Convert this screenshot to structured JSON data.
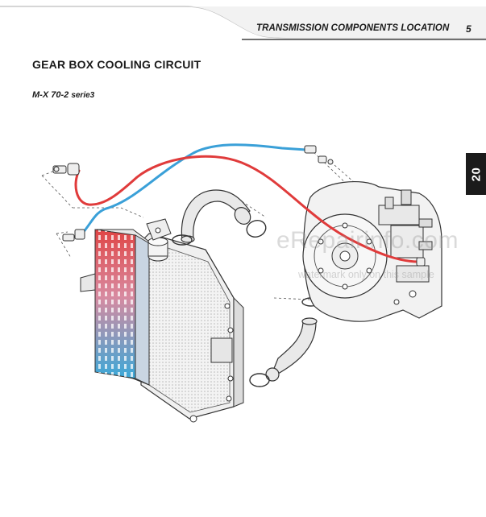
{
  "header": {
    "title": "TRANSMISSION COMPONENTS LOCATION",
    "page_number": "5"
  },
  "section": {
    "title": "GEAR BOX COOLING CIRCUIT",
    "model": "M-X 70-2",
    "model_suffix": "serie3"
  },
  "chapter_tab": {
    "label": "20"
  },
  "watermark": {
    "brand": "eRepairinfo.com",
    "note": "watermark only on this sample"
  },
  "colors": {
    "hot_line": "#e03b3b",
    "cold_line": "#3aa0d8",
    "chapter_tab_bg": "#1b1b1b"
  }
}
